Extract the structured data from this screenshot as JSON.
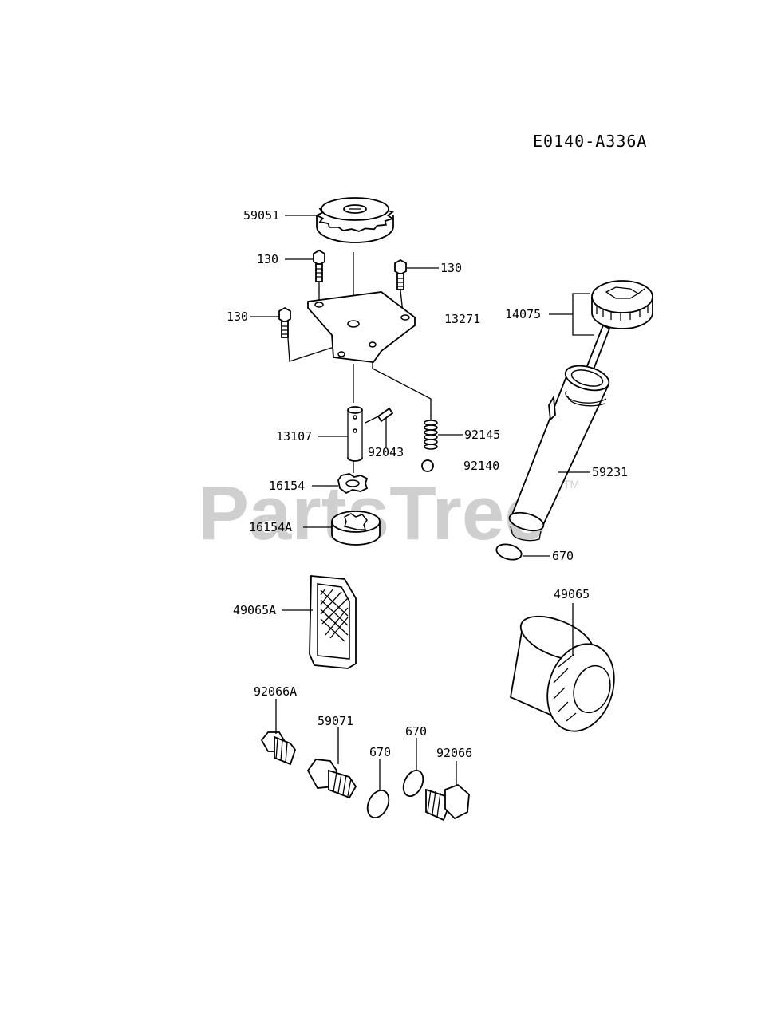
{
  "diagram_code": "E0140-A336A",
  "watermark": {
    "text": "PartsTree",
    "tm": "TM"
  },
  "parts": {
    "p59051": "59051",
    "p130a": "130",
    "p130b": "130",
    "p130c": "130",
    "p13271": "13271",
    "p14075": "14075",
    "p13107": "13107",
    "p92043": "92043",
    "p92145": "92145",
    "p92140": "92140",
    "p59231": "59231",
    "p16154": "16154",
    "p16154A": "16154A",
    "p670a": "670",
    "p49065A": "49065A",
    "p49065": "49065",
    "p92066A": "92066A",
    "p59071": "59071",
    "p670b": "670",
    "p670c": "670",
    "p92066": "92066"
  }
}
